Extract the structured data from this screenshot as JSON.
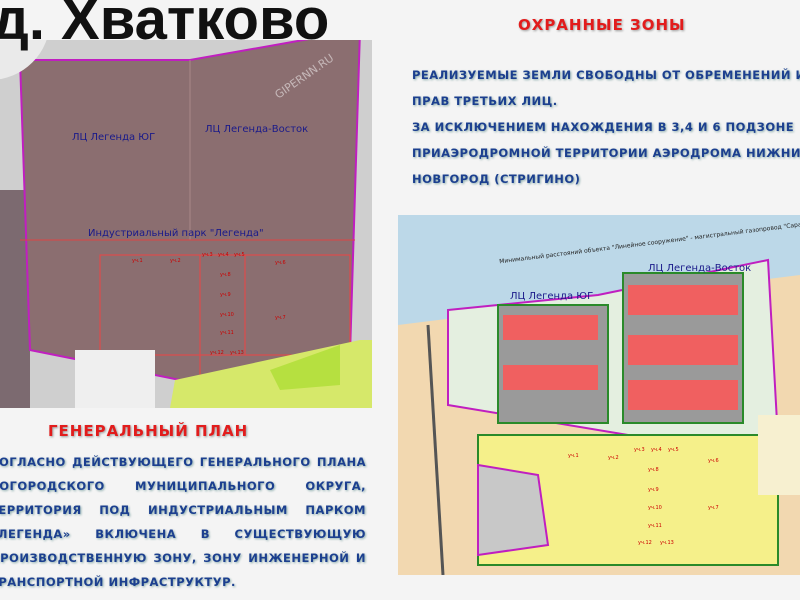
{
  "title": "д. Хватково",
  "right": {
    "heading": "ОХРАННЫЕ ЗОНЫ",
    "lines": [
      "РЕАЛИЗУЕМЫЕ ЗЕМЛИ СВОБОДНЫ ОТ ОБРЕМЕНЕНИЙ И",
      "ПРАВ ТРЕТЬИХ ЛИЦ.",
      "ЗА ИСКЛЮЧЕНИЕМ НАХОЖДЕНИЯ В 3,4 И 6 ПОДЗОНЕ",
      "ПРИАЭРОДРОМНОЙ ТЕРРИТОРИИ АЭРОДРОМА НИЖНИЙ",
      "НОВГОРОД (СТРИГИНО)"
    ]
  },
  "left": {
    "heading": "ГЕНЕРАЛЬНЫЙ ПЛАН",
    "lines": [
      "СОГЛАСНО ДЕЙСТВУЮЩЕГО ГЕНЕРАЛЬНОГО ПЛАНА",
      "БОГОРОДСКОГО МУНИЦИПАЛЬНОГО ОКРУГА,",
      "ТЕРРИТОРИЯ ПОД ИНДУСТРИАЛЬНЫМ ПАРКОМ",
      "«ЛЕГЕНДА» ВКЛЮЧЕНА В СУЩЕСТВУЮЩУЮ",
      "ПРОИЗВОДСТВЕННУЮ ЗОНУ, ЗОНУ ИНЖЕНЕРНОЙ И",
      "ТРАНСПОРТНОЙ ИНФРАСТРУКТУР."
    ]
  },
  "map1": {
    "south": "ЛЦ  Легенда ЮГ",
    "east": "ЛЦ  Легенда-Восток",
    "park": "Индустриальный парк \"Легенда\"",
    "plots": [
      "уч.1",
      "уч.2",
      "уч.3",
      "уч.4",
      "уч.5",
      "уч.6",
      "уч.7",
      "уч.8",
      "уч.9",
      "уч.10",
      "уч.11",
      "уч.12",
      "уч.13"
    ]
  },
  "map2": {
    "south": "ЛЦ  Легенда ЮГ",
    "east": "ЛЦ  Легенда-Восток",
    "pipeline": "Минимальный расстояний объекта \"Линейное сооружение\" - магистральный газопровод \"Саратов - Горький\"",
    "plots": [
      "уч.1",
      "уч.2",
      "уч.3",
      "уч.4",
      "уч.5",
      "уч.6",
      "уч.7",
      "уч.8",
      "уч.9",
      "уч.10",
      "уч.11",
      "уч.12",
      "уч.13"
    ]
  },
  "watermark": "GIPERNN.RU"
}
